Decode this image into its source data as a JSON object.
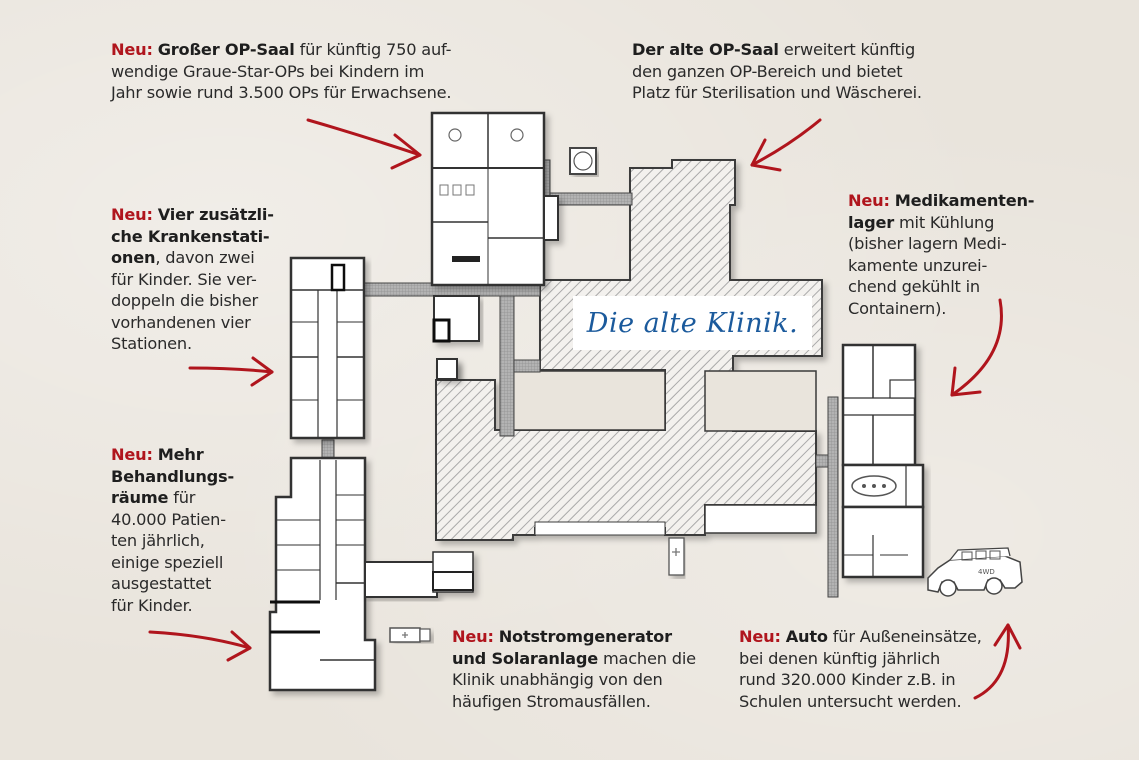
{
  "colors": {
    "background": "#e9e4dc",
    "accent_red": "#b0151d",
    "label_blue": "#1b5a9c",
    "text": "#2a2a2a",
    "hatch": "#9a9a9a"
  },
  "plan": {
    "old_clinic_label": "Die alte Klinik."
  },
  "annotations": [
    {
      "id": "op-saal-neu",
      "prefix": "Neu:",
      "bold": "Großer OP-Saal",
      "lines": [
        " für künftig 750 auf-",
        "wendige Graue-Star-OPs bei Kindern im",
        "Jahr sowie rund 3.500 OPs für Erwachsene."
      ]
    },
    {
      "id": "op-saal-alt",
      "prefix": "",
      "bold": "Der alte OP-Saal",
      "lines": [
        " erweitert künftig",
        "den ganzen OP-Bereich und bietet",
        "Platz für Sterilisation und Wäscherei."
      ]
    },
    {
      "id": "krankenstationen",
      "prefix": "Neu:",
      "bold_lines": [
        "Vier zusätzli-",
        "che Krankenstati-",
        "onen"
      ],
      "lines": [
        ", davon zwei",
        "für Kinder. Sie ver-",
        "doppeln die bisher",
        "vorhandenen vier",
        "Stationen."
      ]
    },
    {
      "id": "medikamentenlager",
      "prefix": "Neu:",
      "bold_lines": [
        "Medikamenten-",
        "lager"
      ],
      "lines": [
        " mit Kühlung",
        "(bisher lagern Medi-",
        "kamente unzurei-",
        "chend gekühlt in",
        "Containern)."
      ]
    },
    {
      "id": "behandlungsraeume",
      "prefix": "Neu:",
      "bold_lines": [
        "Mehr",
        "Behandlungs-",
        "räume"
      ],
      "lines": [
        " für",
        "40.000 Patien-",
        "ten jährlich,",
        "einige speziell",
        "ausgestattet",
        "für Kinder."
      ]
    },
    {
      "id": "notstrom",
      "prefix": "Neu:",
      "bold_lines": [
        "Notstromgenerator",
        "und Solaranlage"
      ],
      "lines": [
        " machen die",
        "Klinik unabhängig von den",
        "häufigen Stromausfällen."
      ]
    },
    {
      "id": "auto",
      "prefix": "Neu:",
      "bold": "Auto",
      "lines": [
        " für Außeneinsätze,",
        "bei denen künftig jährlich",
        "rund 320.000 Kinder z.B. in",
        "Schulen untersucht werden."
      ]
    }
  ],
  "vehicle": {
    "badge": "4WD"
  }
}
